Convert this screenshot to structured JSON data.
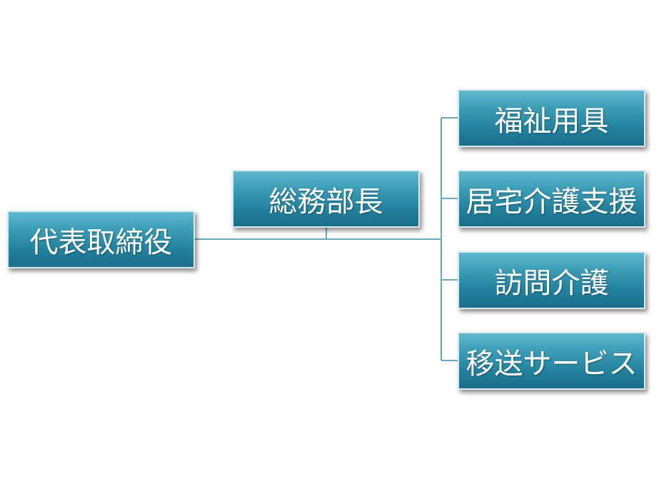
{
  "org": {
    "ceo": "代表取締役",
    "general_manager": "総務部長",
    "departments": [
      "福祉用具",
      "居宅介護支援",
      "訪問介護",
      "移送サービス"
    ]
  },
  "colors": {
    "box_gradient_top": "#5fb9cf",
    "box_gradient_bottom": "#1b6e8a",
    "box_border": "#d9ebf1",
    "connector": "#6aa9bd",
    "text": "#ffffff"
  }
}
